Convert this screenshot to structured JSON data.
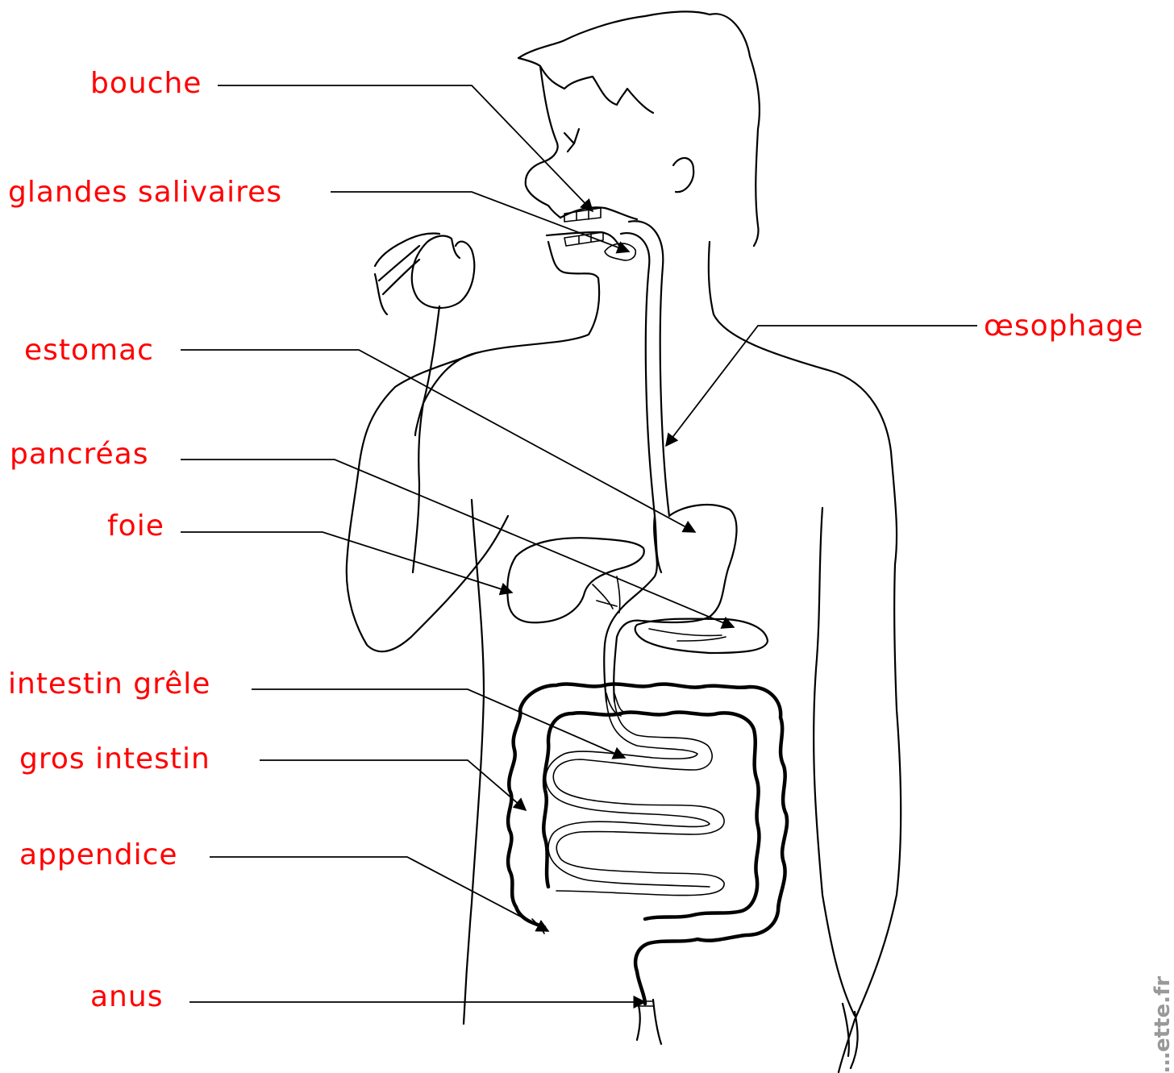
{
  "diagram": {
    "labels": {
      "bouche": "bouche",
      "glandes": "glandes salivaires",
      "oesophage": "œsophage",
      "estomac": "estomac",
      "pancreas": "pancréas",
      "foie": "foie",
      "intestin_grele": "intestin grêle",
      "gros_intestin": "gros intestin",
      "appendice": "appendice",
      "anus": "anus"
    },
    "watermark": "…ette.fr"
  },
  "colors": {
    "label": "#ff0000",
    "line": "#000000",
    "background": "#ffffff"
  }
}
